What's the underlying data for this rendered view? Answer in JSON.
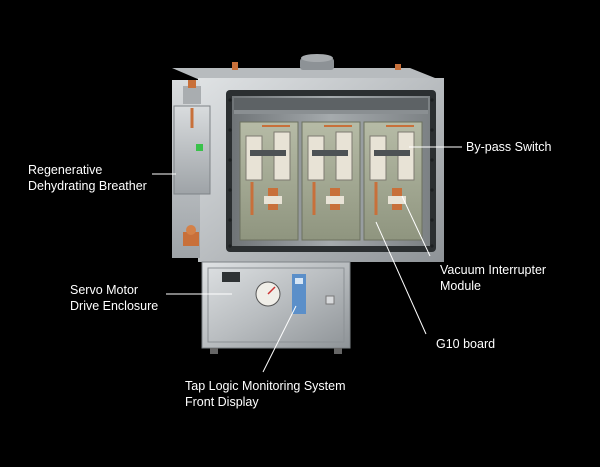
{
  "labels": {
    "breather": [
      "Regenerative",
      "Dehydrating Breather"
    ],
    "bypass": [
      "By-pass Switch"
    ],
    "vacuum": [
      "Vacuum Interrupter",
      "Module"
    ],
    "servo": [
      "Servo Motor",
      "Drive Enclosure"
    ],
    "g10": [
      "G10 board"
    ],
    "taplogic": [
      "Tap Logic Monitoring System",
      "Front Display"
    ]
  },
  "colors": {
    "background": "#000000",
    "label_text": "#ffffff",
    "leader_line": "#ffffff",
    "tank_metal": "#c9ccce",
    "board": "#a8ad98",
    "copper": "#c8703a",
    "insulator": "#e8e3d6"
  }
}
